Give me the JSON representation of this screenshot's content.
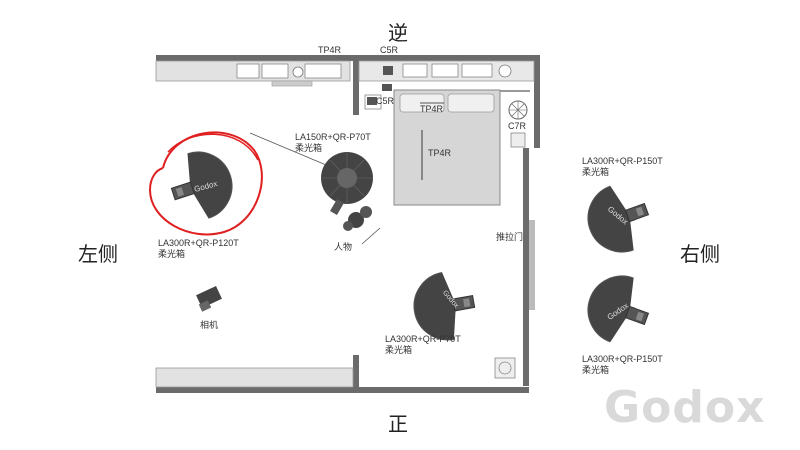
{
  "directions": {
    "top": "逆",
    "bottom": "正",
    "left": "左侧",
    "right": "右侧"
  },
  "labels": {
    "tp4r_top": "TP4R",
    "c5r_top": "C5R",
    "c5r_side": "C5R",
    "tp4r_bed": "TP4R",
    "tp4r_center": "TP4R",
    "c7r": "C7R",
    "la150_model": "LA150R+QR-P70T",
    "la150_type": "柔光箱",
    "la300_left_model": "LA300R+QR-P120T",
    "la300_left_type": "柔光箱",
    "person": "人物",
    "camera": "相机",
    "sliding_door": "推拉门",
    "la300_bottom_model": "LA300R+QR-P70T",
    "la300_bottom_type": "柔光箱",
    "la300_right1_model": "LA300R+QR-P150T",
    "la300_right1_type": "柔光箱",
    "la300_right2_model": "LA300R+QR-P150T",
    "la300_right2_type": "柔光箱"
  },
  "brand": {
    "softbox": "Godox",
    "watermark": "Godox"
  },
  "colors": {
    "wall": "#6b6b6b",
    "softbox": "#444444",
    "highlight_circle": "#e02020",
    "furniture": "#d6d6d6"
  }
}
